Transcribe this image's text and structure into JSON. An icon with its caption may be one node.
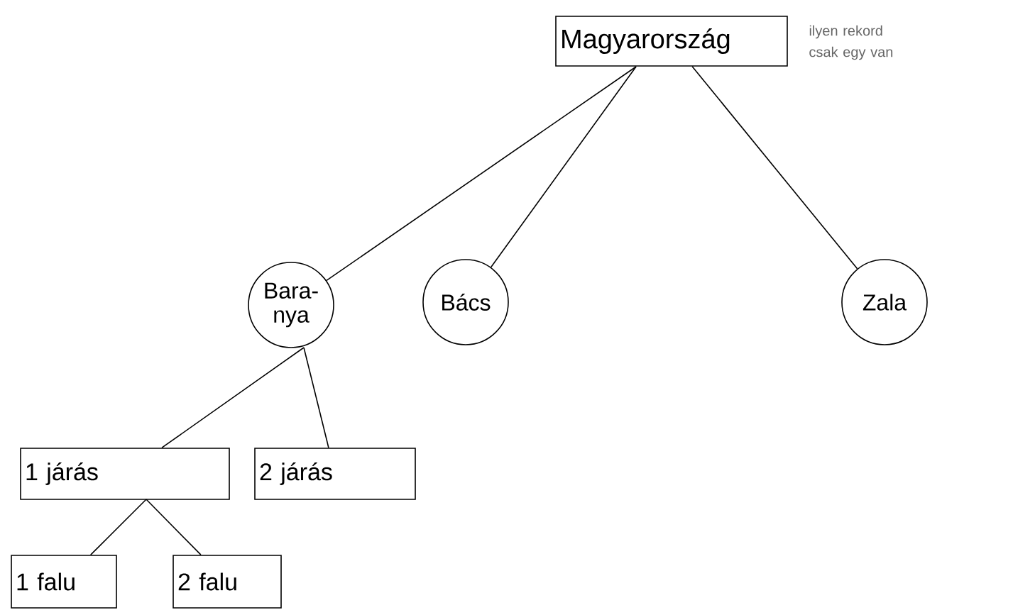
{
  "diagram": {
    "nodes": [
      {
        "text": [
          "Magyarország"
        ],
        "beside": [
          "ilyen rekord csak egy van"
        ]
      },
      {
        "text": [
          "Bara- nya"
        ]
      },
      {
        "text": [
          "Bács"
        ]
      },
      {
        "text": [
          "Zala"
        ]
      },
      {
        "text": [
          "1 járás"
        ]
      },
      {
        "text": [
          "2 járás"
        ]
      },
      {
        "text": [
          "1 falu"
        ]
      },
      {
        "text": [
          "2 falu"
        ]
      }
    ],
    "edges": [
      {
        "from": 0,
        "to": 1,
        "arrow": "none"
      },
      {
        "from": 0,
        "to": 2,
        "arrow": "none"
      },
      {
        "from": 0,
        "to": 3,
        "arrow": "none"
      },
      {
        "from": 1,
        "to": 4,
        "arrow": "none"
      },
      {
        "from": 1,
        "to": 5,
        "arrow": "none"
      },
      {
        "from": 4,
        "to": 6,
        "arrow": "none"
      },
      {
        "from": 4,
        "to": 7,
        "arrow": "none"
      }
    ]
  }
}
